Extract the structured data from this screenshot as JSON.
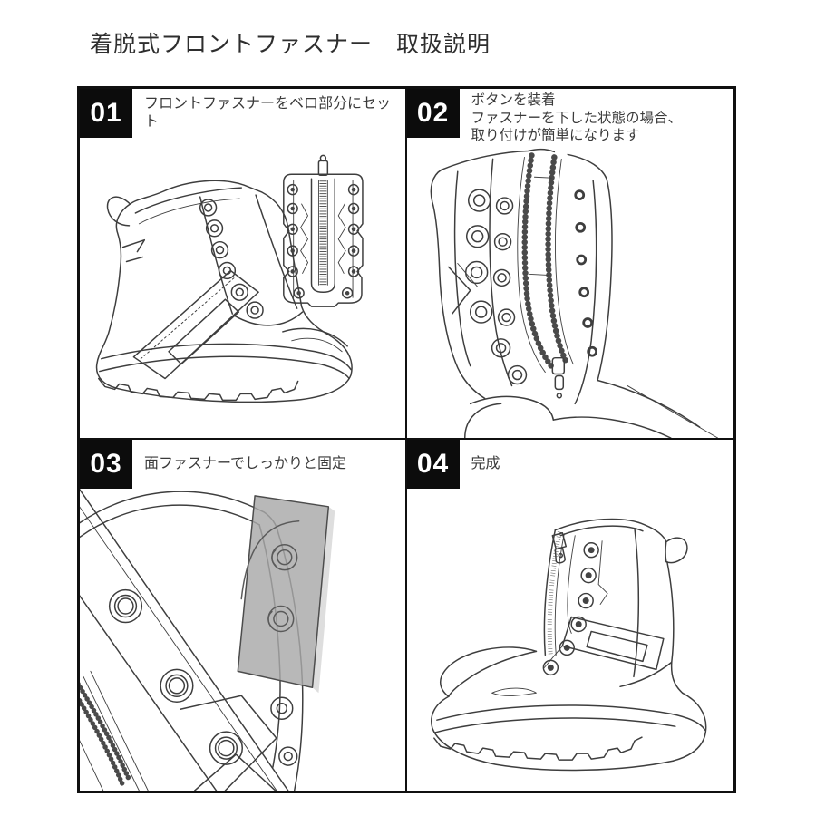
{
  "page": {
    "title": "着脱式フロントファスナー　取扱説明"
  },
  "steps": [
    {
      "number": "01",
      "lines": [
        "フロントファスナーをベロ部分にセット"
      ]
    },
    {
      "number": "02",
      "lines": [
        "ボタンを装着",
        "ファスナーを下した状態の場合、",
        "取り付けが簡単になります"
      ]
    },
    {
      "number": "03",
      "lines": [
        "面ファスナーでしっかりと固定"
      ]
    },
    {
      "number": "04",
      "lines": [
        "完成"
      ]
    }
  ],
  "illustrations": {
    "step1": "boot side view with detached front zipper panel",
    "step2": "close-up of boot upper with open zipper chains",
    "step3": "close-up of hook-and-loop (velcro) strip over eyelet straps",
    "step4": "finished boot with front zipper closed"
  },
  "colors": {
    "background": "#ffffff",
    "frame_border": "#101010",
    "step_badge_bg": "#0c0c0c",
    "step_badge_text": "#ffffff",
    "caption_text": "#3a3a3a",
    "line_art": "#3e3e3e",
    "velcro_gray": "#a8a8a8"
  }
}
